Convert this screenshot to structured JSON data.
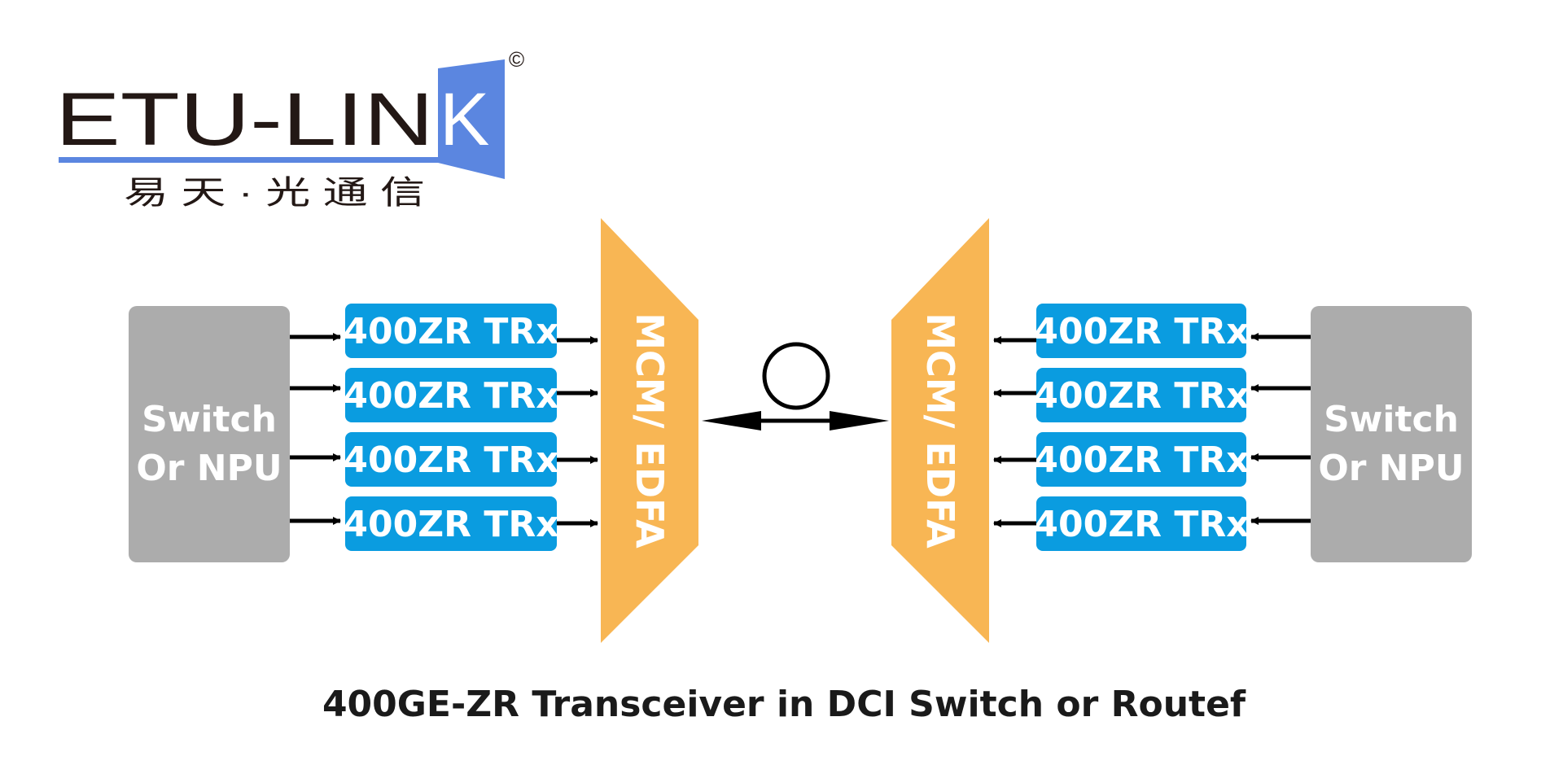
{
  "logo": {
    "wordmark_main": "ETU-LIN",
    "wordmark_k": "K",
    "copyright": "©",
    "chinese": "易 天 · 光 通 信",
    "colors": {
      "dark": "#231815",
      "blue": "#5b86e0"
    }
  },
  "diagram": {
    "left_switch": {
      "line1": "Switch",
      "line2": "Or NPU"
    },
    "right_switch": {
      "line1": "Switch",
      "line2": "Or NPU"
    },
    "left_transceivers": [
      "400ZR TRx",
      "400ZR TRx",
      "400ZR TRx",
      "400ZR TRx"
    ],
    "right_transceivers": [
      "400ZR TRx",
      "400ZR TRx",
      "400ZR TRx",
      "400ZR TRx"
    ],
    "left_mux": "MCM/ EDFA",
    "right_mux": "MCM/ EDFA",
    "fiber_icon": "fiber-spool-icon",
    "colors": {
      "switch": "#acacac",
      "transceiver": "#0a9ce0",
      "mux": "#f8b654",
      "arrow": "#000000"
    }
  },
  "caption": "400GE-ZR Transceiver in DCI Switch or Routef"
}
